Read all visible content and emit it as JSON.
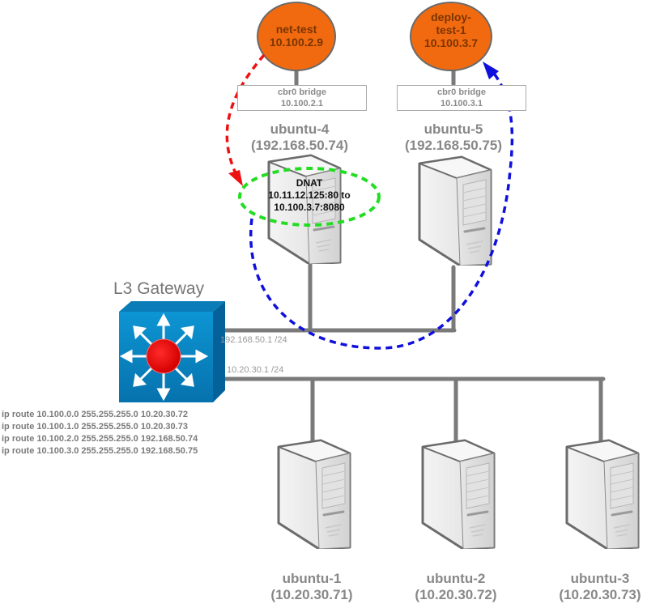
{
  "colors": {
    "pod_fill": "#f26a10",
    "pod_text": "#7a3500",
    "nat_arrow": "#ee1111",
    "dnat_return_arrow": "#1010dd",
    "dnat_ellipse": "#22dd22",
    "gateway_fill": "#0a86c4",
    "gateway_core": "#ee0000",
    "link": "#7a7a7a"
  },
  "pods": [
    {
      "name": "net-test",
      "ip": "10.100.2.9"
    },
    {
      "name_line1": "deploy-",
      "name_line2": "test-1",
      "ip": "10.100.3.7"
    }
  ],
  "bridges": [
    {
      "label": "cbr0 bridge",
      "ip": "10.100.2.1"
    },
    {
      "label": "cbr0 bridge",
      "ip": "10.100.3.1"
    }
  ],
  "hosts": {
    "ubuntu4": {
      "name": "ubuntu-4",
      "ip": "(192.168.50.74)"
    },
    "ubuntu5": {
      "name": "ubuntu-5",
      "ip": "(192.168.50.75)"
    },
    "ubuntu1": {
      "name": "ubuntu-1",
      "ip": "(10.20.30.71)"
    },
    "ubuntu2": {
      "name": "ubuntu-2",
      "ip": "(10.20.30.72)"
    },
    "ubuntu3": {
      "name": "ubuntu-3",
      "ip": "(10.20.30.73)"
    }
  },
  "dnat": {
    "title": "DNAT",
    "line1": "10.11.12.125:80 to",
    "line2": "10.100.3.7:8080"
  },
  "gateway": {
    "title": "L3 Gateway",
    "subnet_a": "192.168.50.1 /24",
    "subnet_b": "10.20.30.1 /24",
    "routes": [
      "ip route 10.100.0.0 255.255.255.0 10.20.30.72",
      "ip route 10.100.1.0 255.255.255.0 10.20.30.73",
      "ip route 10.100.2.0 255.255.255.0 192.168.50.74",
      "ip route 10.100.3.0 255.255.255.0 192.168.50.75"
    ]
  }
}
